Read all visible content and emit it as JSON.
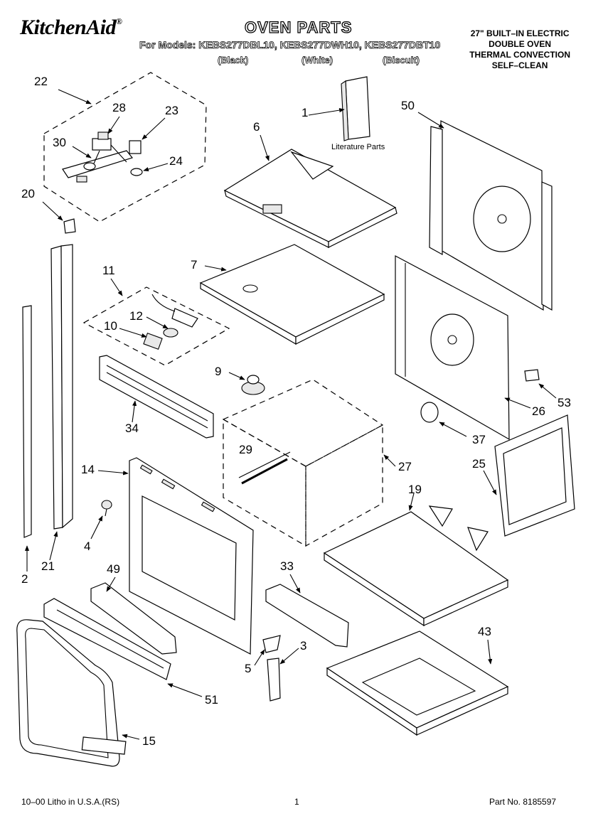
{
  "header": {
    "brand": "KitchenAid",
    "brand_mark": "®",
    "title": "OVEN PARTS",
    "models_line": "For Models: KEBS277DBL10, KEBS277DWH10, KEBS277DBT10",
    "variants": [
      "(Black)",
      "(White)",
      "(Biscuit)"
    ],
    "description": [
      "27\" BUILT–IN ELECTRIC",
      "DOUBLE OVEN",
      "THERMAL CONVECTION",
      "SELF–CLEAN"
    ]
  },
  "labels": {
    "literature_parts": "Literature Parts"
  },
  "callouts": [
    "22",
    "28",
    "23",
    "30",
    "24",
    "20",
    "1",
    "6",
    "50",
    "7",
    "11",
    "12",
    "10",
    "9",
    "34",
    "14",
    "29",
    "27",
    "26",
    "53",
    "37",
    "25",
    "19",
    "4",
    "2",
    "21",
    "49",
    "33",
    "3",
    "5",
    "43",
    "51",
    "15"
  ],
  "footer": {
    "litho": "10–00 Litho in U.S.A.(RS)",
    "page": "1",
    "part_no": "Part No. 8185597"
  }
}
